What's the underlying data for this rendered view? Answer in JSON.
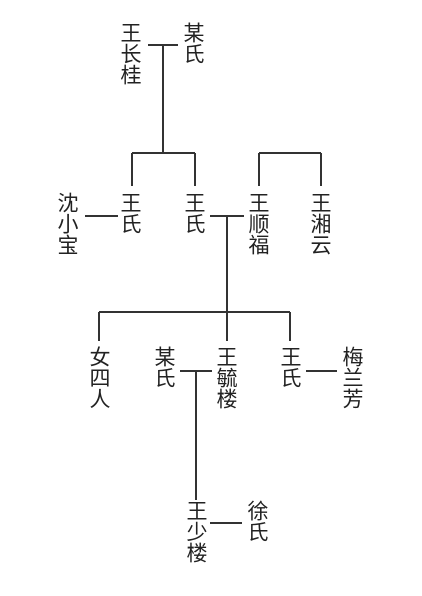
{
  "people": {
    "wang_changgui": "王长桂",
    "moushi_1": "某氏",
    "shen_xiaobao": "沈小宝",
    "wangshi_1": "王氏",
    "wangshi_2": "王氏",
    "wang_shunfu": "王顺福",
    "wang_xiangyun": "王湘云",
    "nv_siren": "女四人",
    "moushi_2": "某氏",
    "wang_yulou": "王毓楼",
    "wangshi_3": "王氏",
    "mei_lanfang": "梅兰芳",
    "wang_shaolou": "王少楼",
    "xushi": "徐氏"
  }
}
